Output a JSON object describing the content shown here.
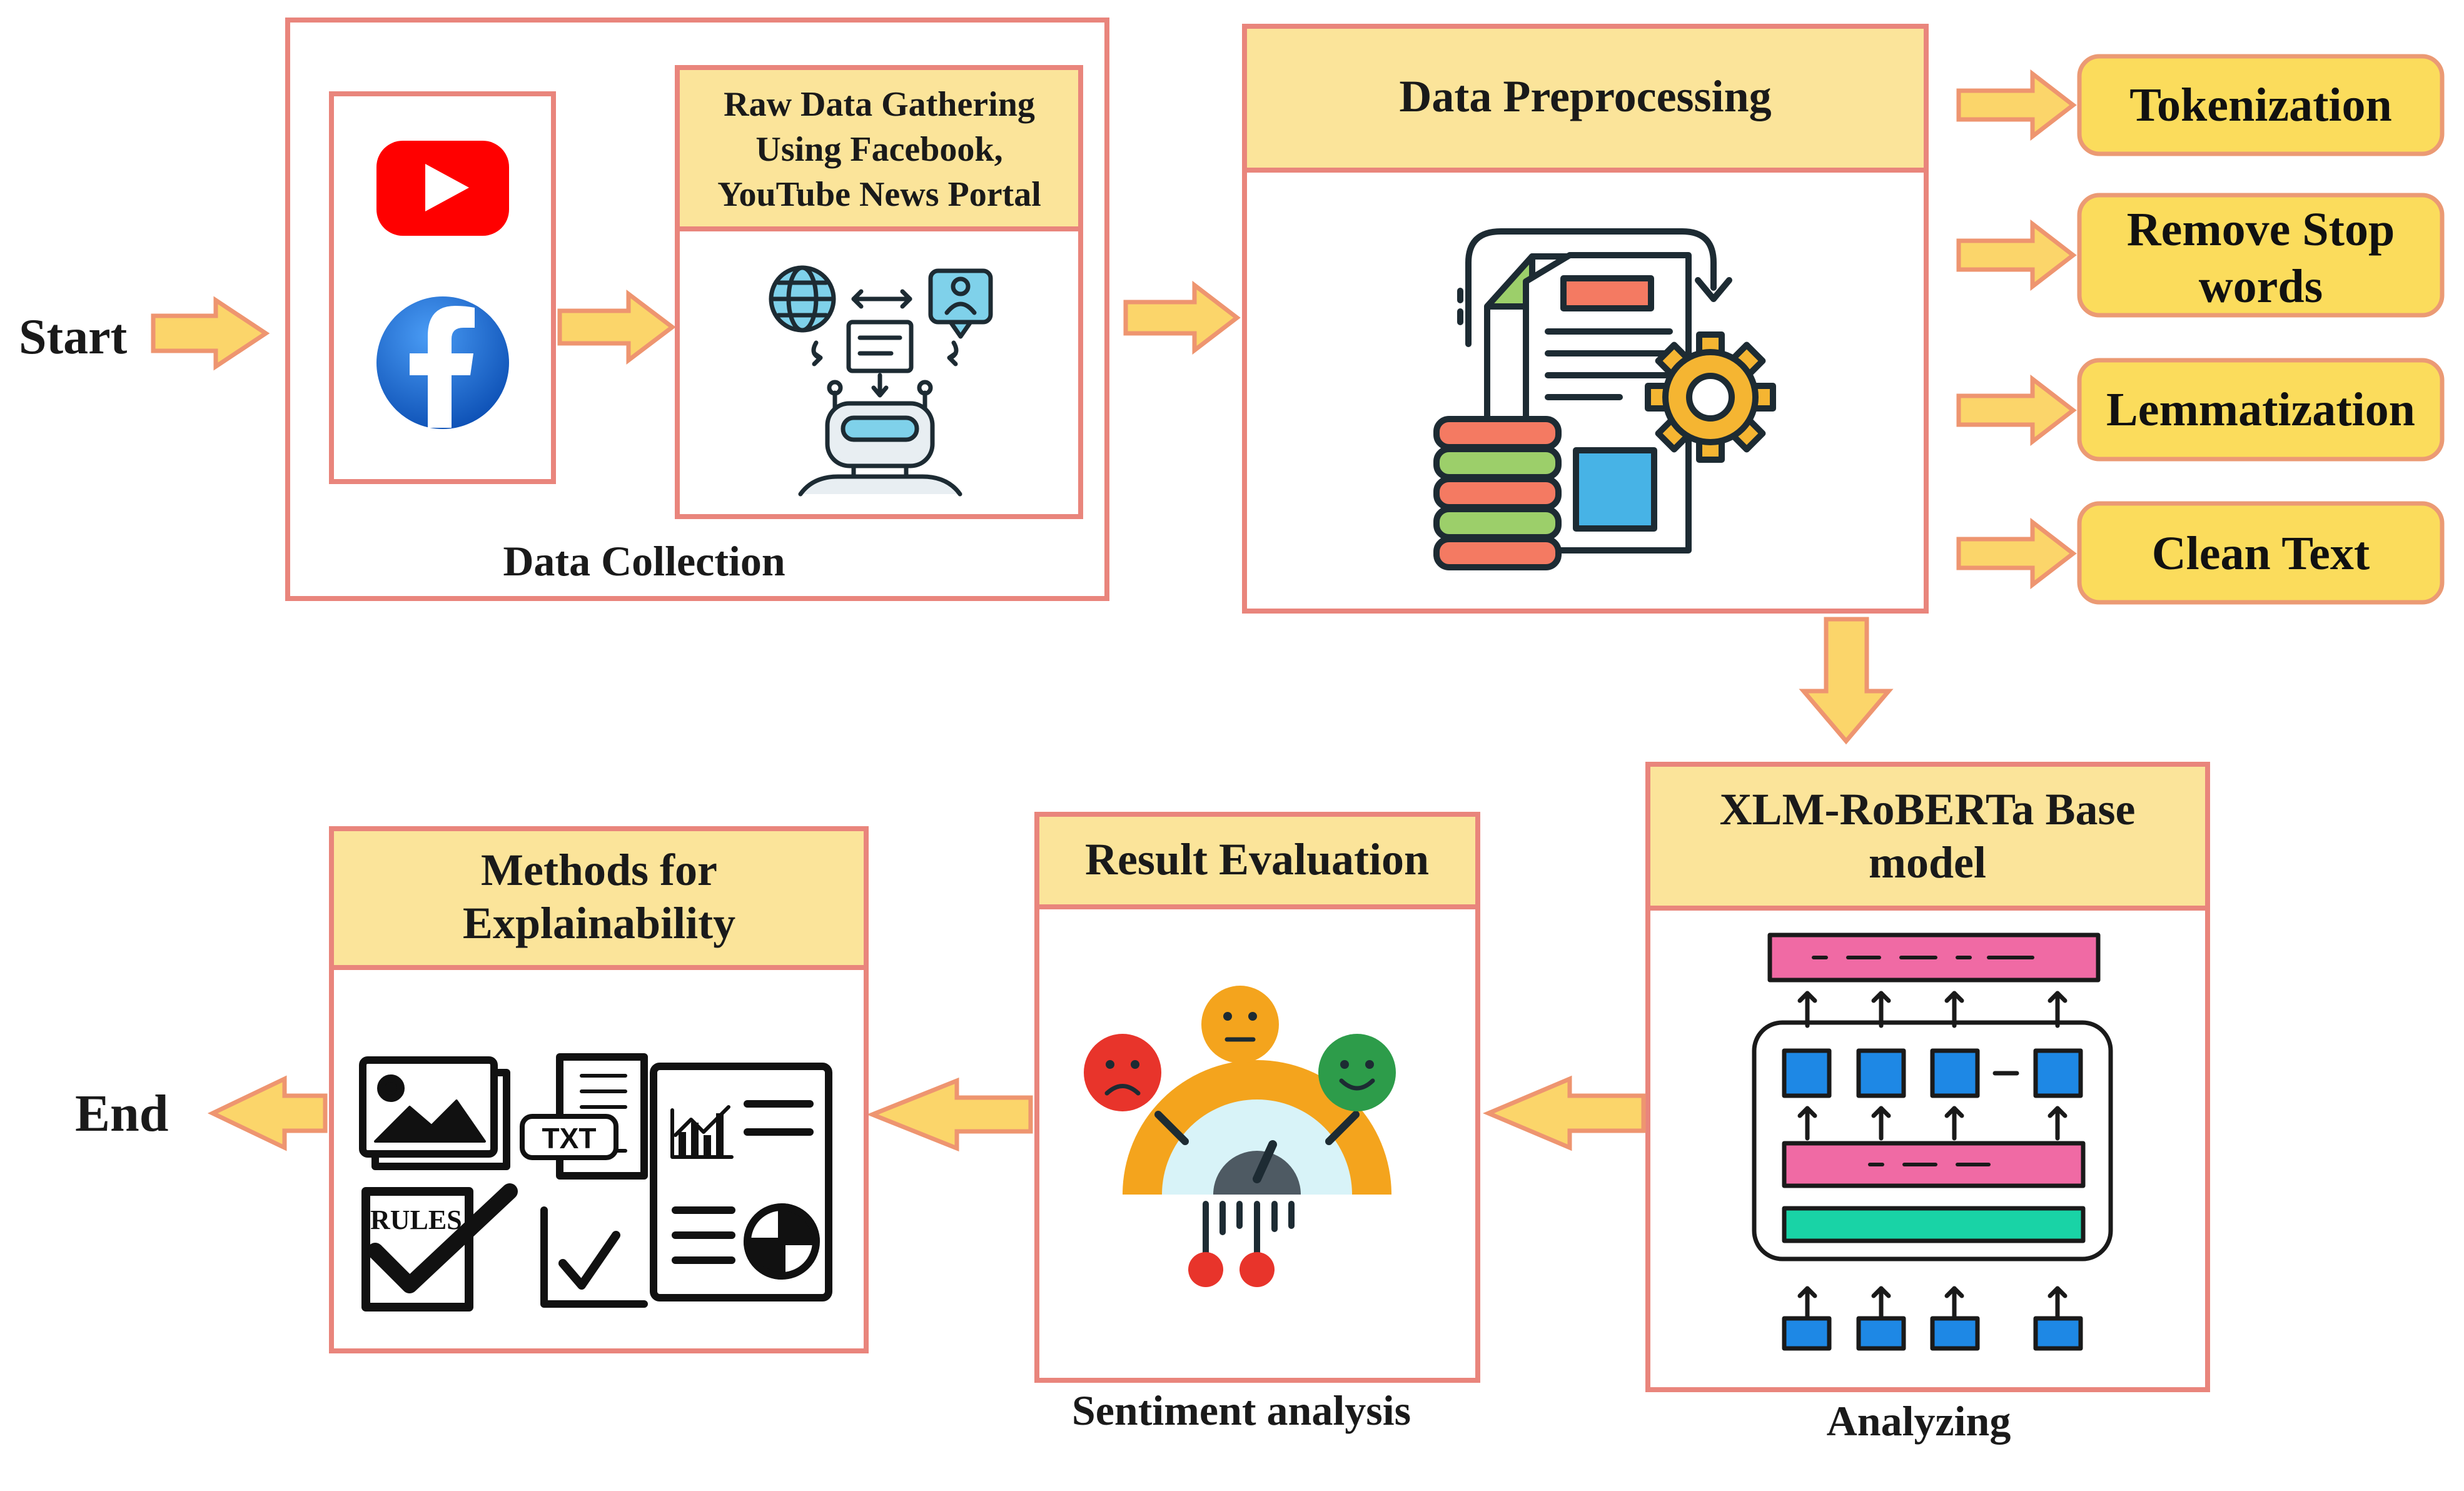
{
  "start_label": "Start",
  "end_label": "End",
  "data_collection": {
    "caption": "Data Collection",
    "gather_title_lines": [
      "Raw Data Gathering",
      "Using Facebook,",
      "YouTube News Portal"
    ]
  },
  "preprocessing": {
    "title": "Data Preprocessing",
    "steps": [
      {
        "lines": [
          "Tokenization"
        ]
      },
      {
        "lines": [
          "Remove Stop",
          "words"
        ]
      },
      {
        "lines": [
          "Lemmatization"
        ]
      },
      {
        "lines": [
          "Clean Text"
        ]
      }
    ]
  },
  "model": {
    "title_lines": [
      "XLM-RoBERTa Base",
      "model"
    ],
    "caption": "Analyzing"
  },
  "evaluation": {
    "title": "Result Evaluation",
    "caption": "Sentiment analysis"
  },
  "explainability": {
    "title_lines": [
      "Methods for",
      "Explainability"
    ],
    "icon_txt": "TXT",
    "icon_rules": "RULES"
  },
  "colors": {
    "border": "#e9857c",
    "header_fill": "#fbe49a",
    "pill_fill": "#fbdc5c",
    "arrow_fill": "#fbd56a",
    "arrow_stroke": "#ee9570",
    "youtube_red": "#ff0000",
    "facebook_blue": "#1877f2"
  }
}
